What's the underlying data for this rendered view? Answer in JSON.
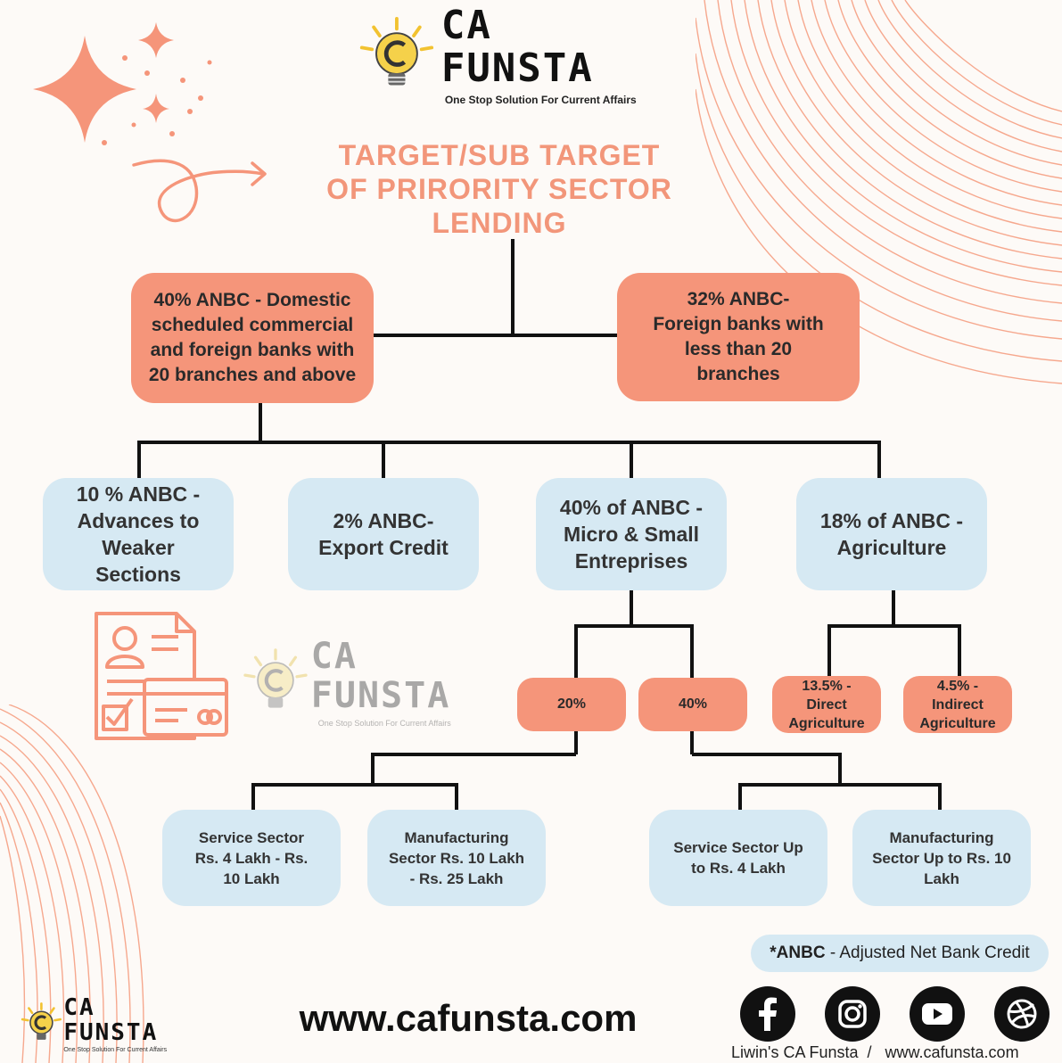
{
  "header": {
    "brand_name": "CA FUNSTA",
    "tagline": "One Stop Solution For Current Affairs"
  },
  "title": {
    "line1": "TARGET/SUB TARGET",
    "line2": "OF PRIRORITY SECTOR",
    "line3": "LENDING"
  },
  "level1": {
    "left": "40% ANBC - Domestic scheduled commercial and foreign banks with 20 branches and above",
    "right": "32% ANBC- Foreign banks with less than 20 branches"
  },
  "level2": {
    "weaker": "10 % ANBC - Advances to Weaker Sections",
    "export": "2% ANBC- Export Credit",
    "msme": "40% of ANBC - Micro & Small Entreprises",
    "agri": "18% of ANBC - Agriculture"
  },
  "level3": {
    "msme_a": "20%",
    "msme_b": "40%",
    "agri_direct": "13.5% - Direct Agriculture",
    "agri_indirect": "4.5% - Indirect Agriculture"
  },
  "level4": {
    "a_service": "Service Sector Rs. 4 Lakh - Rs. 10 Lakh",
    "a_manufacturing": "Manufacturing Sector Rs. 10 Lakh - Rs. 25 Lakh",
    "b_service": "Service Sector Up to Rs. 4 Lakh",
    "b_manufacturing": "Manufacturing Sector Up to Rs. 10 Lakh"
  },
  "watermark": {
    "brand_name": "CA FUNSTA",
    "tagline": "One Stop Solution For Current Affairs"
  },
  "note": {
    "term": "*ANBC",
    "definition": " - Adjusted Net Bank Credit"
  },
  "footer": {
    "brand_name": "CA FUNSTA",
    "tagline": "One Stop Solution For Current Affairs",
    "website": "www.cafunsta.com",
    "social_caption": "Liwin's CA Funsta  /   www.cafunsta.com",
    "icons": [
      "facebook-icon",
      "instagram-icon",
      "youtube-icon",
      "dribbble-icon"
    ]
  },
  "colors": {
    "accent": "#f5957a",
    "secondary": "#d6e9f3",
    "title": "#f2967a",
    "connector": "#111111"
  }
}
